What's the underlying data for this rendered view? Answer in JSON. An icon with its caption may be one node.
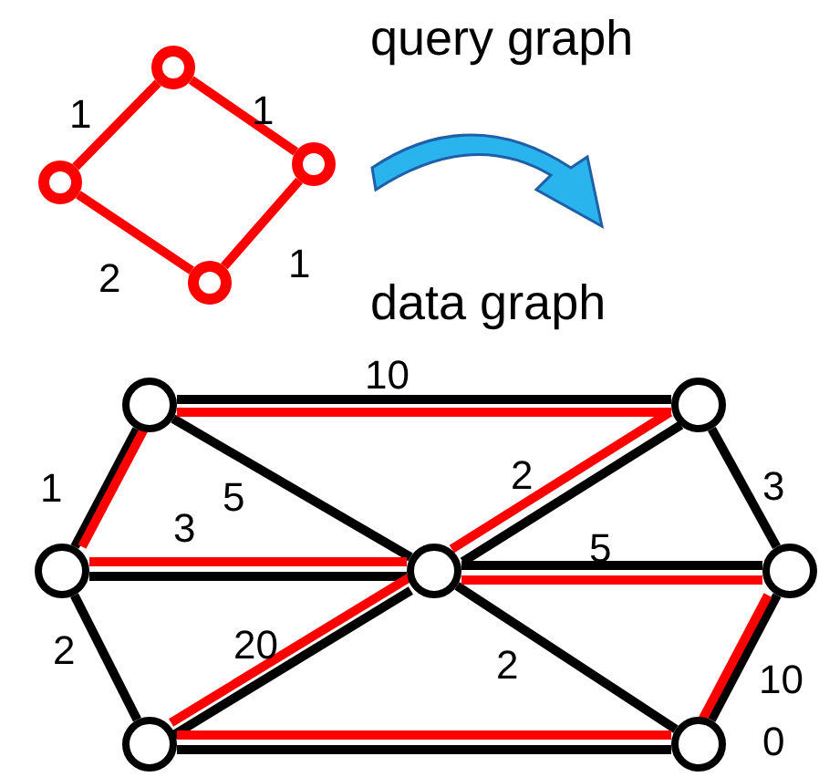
{
  "diagram": {
    "nodes": [
      {
        "text": [],
        "shape": "circle"
      },
      {
        "text": [],
        "shape": "circle"
      },
      {
        "text": [],
        "shape": "circle"
      },
      {
        "text": [],
        "shape": "circle"
      },
      {
        "text": [],
        "shape": "circle"
      },
      {
        "text": [],
        "shape": "circle"
      },
      {
        "text": [],
        "shape": "circle"
      },
      {
        "text": [],
        "shape": "circle"
      },
      {
        "text": [],
        "shape": "circle"
      },
      {
        "text": [],
        "shape": "circle"
      },
      {
        "text": [],
        "shape": "circle"
      }
    ],
    "edges": [
      {
        "from": 0,
        "to": 3,
        "arrow": "none",
        "label": "1",
        "color": "#ff0000"
      },
      {
        "from": 0,
        "to": 1,
        "arrow": "none",
        "label": "1",
        "color": "#ff0000"
      },
      {
        "from": 1,
        "to": 2,
        "arrow": "none",
        "label": "1",
        "color": "#ff0000"
      },
      {
        "from": 3,
        "to": 2,
        "arrow": "none",
        "label": "2",
        "color": "#ff0000"
      },
      {
        "from": 4,
        "to": 5,
        "arrow": "none",
        "label": "10",
        "color": "#000000"
      },
      {
        "from": 4,
        "to": 6,
        "arrow": "none",
        "label": "1",
        "color": "#000000"
      },
      {
        "from": 4,
        "to": 7,
        "arrow": "none",
        "label": "5",
        "color": "#000000"
      },
      {
        "from": 5,
        "to": 7,
        "arrow": "none",
        "label": "2",
        "color": "#000000"
      },
      {
        "from": 5,
        "to": 8,
        "arrow": "none",
        "label": "3",
        "color": "#000000"
      },
      {
        "from": 6,
        "to": 7,
        "arrow": "none",
        "label": "3",
        "color": "#000000"
      },
      {
        "from": 6,
        "to": 9,
        "arrow": "none",
        "label": "2",
        "color": "#000000"
      },
      {
        "from": 7,
        "to": 8,
        "arrow": "none",
        "label": "5",
        "color": "#000000"
      },
      {
        "from": 7,
        "to": 9,
        "arrow": "none",
        "label": "20",
        "color": "#000000"
      },
      {
        "from": 7,
        "to": 10,
        "arrow": "none",
        "label": "2",
        "color": "#000000"
      },
      {
        "from": 8,
        "to": 10,
        "arrow": "none",
        "label": "10",
        "color": "#000000"
      },
      {
        "from": 9,
        "to": 10,
        "arrow": "none",
        "color": "#000000"
      },
      {
        "from": 4,
        "to": 5,
        "arrow": "none",
        "color": "#ff0000"
      },
      {
        "from": 4,
        "to": 6,
        "arrow": "none",
        "color": "#ff0000"
      },
      {
        "from": 6,
        "to": 7,
        "arrow": "none",
        "color": "#ff0000"
      },
      {
        "from": 7,
        "to": 5,
        "arrow": "none",
        "color": "#ff0000"
      },
      {
        "from": 7,
        "to": 8,
        "arrow": "none",
        "color": "#ff0000"
      },
      {
        "from": 8,
        "to": 10,
        "arrow": "none",
        "color": "#ff0000"
      },
      {
        "from": 10,
        "to": 9,
        "arrow": "none",
        "color": "#ff0000"
      },
      {
        "from": 9,
        "to": 7,
        "arrow": "none",
        "color": "#ff0000"
      }
    ],
    "labels": [
      "query graph",
      "data graph",
      "0"
    ]
  }
}
